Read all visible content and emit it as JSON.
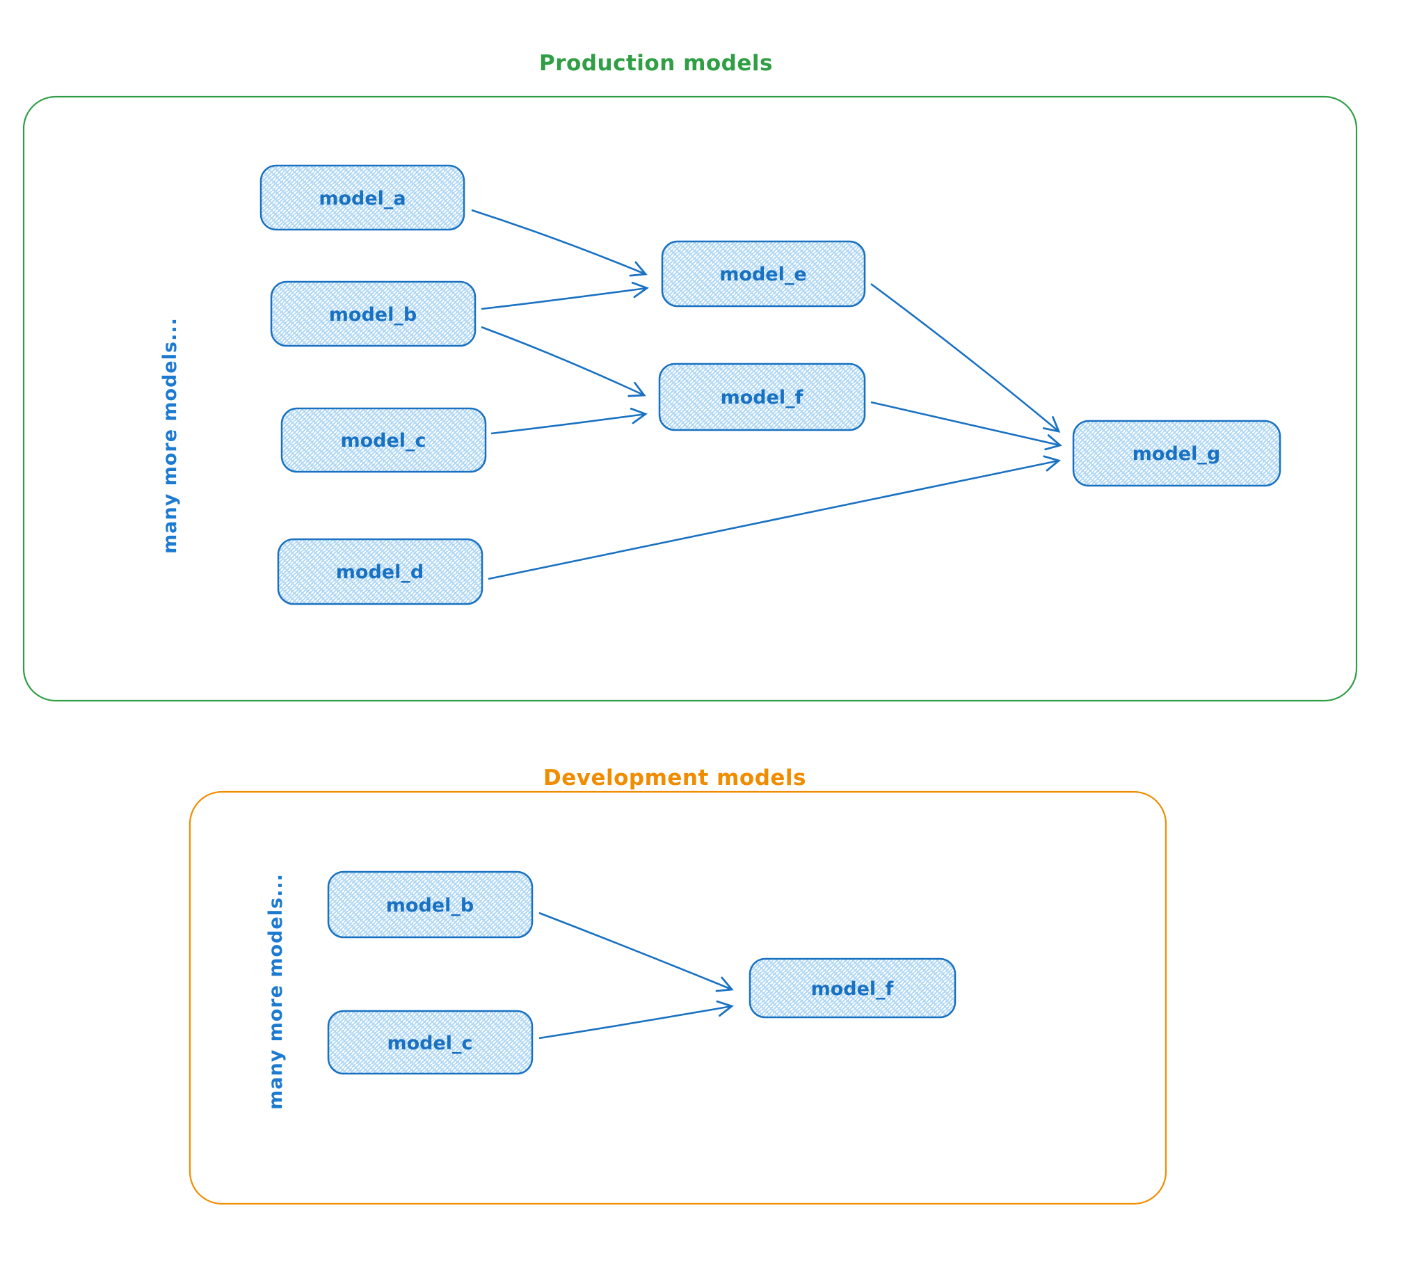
{
  "page": {
    "background": "#ffffff"
  },
  "colors": {
    "production_accent": "#2f9e44",
    "development_accent": "#f08c00",
    "node_stroke": "#1971c2",
    "node_hatch_line": "#aed6f5",
    "label_text": "#1971c2",
    "arrow": "#1971c2"
  },
  "production": {
    "title": "Production models",
    "side_label": "many more models...",
    "nodes": [
      {
        "label": "model_a"
      },
      {
        "label": "model_b"
      },
      {
        "label": "model_c"
      },
      {
        "label": "model_d"
      },
      {
        "label": "model_e"
      },
      {
        "label": "model_f"
      },
      {
        "label": "model_g"
      }
    ],
    "edges": [
      {
        "from": "model_a",
        "to": "model_e"
      },
      {
        "from": "model_b",
        "to": "model_e"
      },
      {
        "from": "model_b",
        "to": "model_f"
      },
      {
        "from": "model_c",
        "to": "model_f"
      },
      {
        "from": "model_e",
        "to": "model_g"
      },
      {
        "from": "model_f",
        "to": "model_g"
      },
      {
        "from": "model_d",
        "to": "model_g"
      }
    ]
  },
  "development": {
    "title": "Development models",
    "side_label": "many more models...",
    "nodes": [
      {
        "label": "model_b"
      },
      {
        "label": "model_c"
      },
      {
        "label": "model_f"
      }
    ],
    "edges": [
      {
        "from": "model_b",
        "to": "model_f"
      },
      {
        "from": "model_c",
        "to": "model_f"
      }
    ]
  }
}
